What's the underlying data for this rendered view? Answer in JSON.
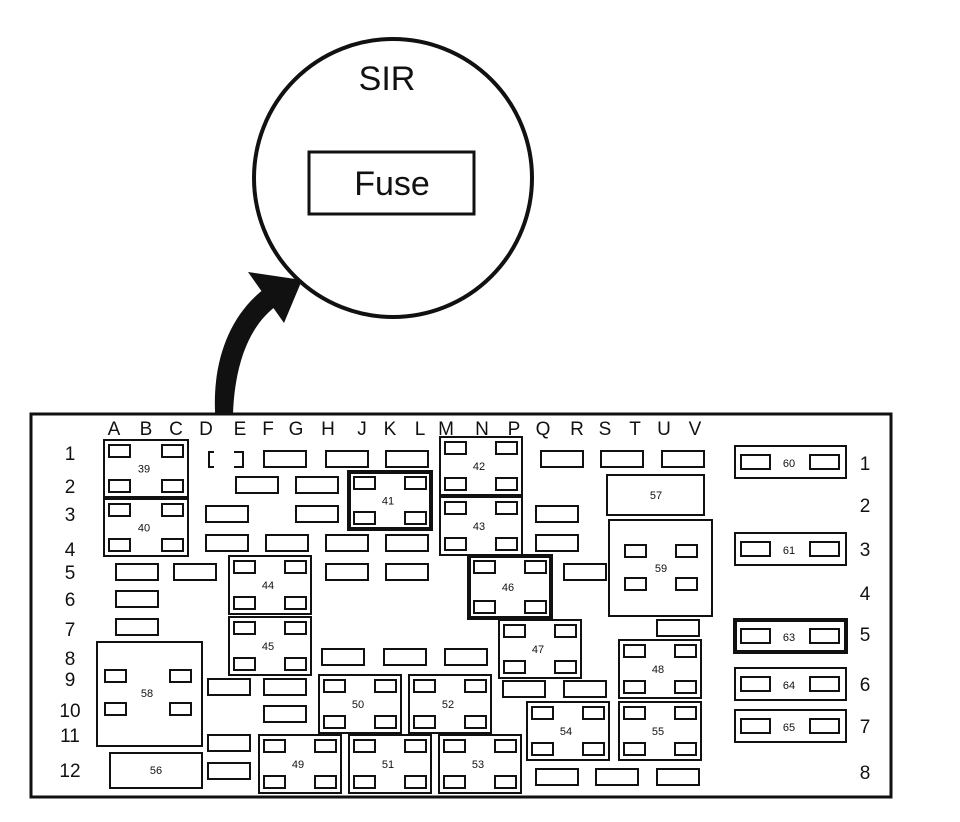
{
  "callout": {
    "title": "SIR",
    "fuse_label": "Fuse"
  },
  "columns": [
    "A",
    "B",
    "C",
    "D",
    "E",
    "F",
    "G",
    "H",
    "J",
    "K",
    "L",
    "M",
    "N",
    "P",
    "Q",
    "R",
    "S",
    "T",
    "U",
    "V"
  ],
  "rows_left": [
    "1",
    "2",
    "3",
    "4",
    "5",
    "6",
    "7",
    "8",
    "9",
    "10",
    "11",
    "12"
  ],
  "rows_right": [
    "1",
    "2",
    "3",
    "4",
    "5",
    "6",
    "7",
    "8"
  ],
  "relay_numbers": {
    "r39": "39",
    "r40": "40",
    "r41": "41",
    "r42": "42",
    "r43": "43",
    "r44": "44",
    "r45": "45",
    "r46": "46",
    "r47": "47",
    "r48": "48",
    "r49": "49",
    "r50": "50",
    "r51": "51",
    "r52": "52",
    "r53": "53",
    "r54": "54",
    "r55": "55",
    "r56": "56",
    "r57": "57",
    "r58": "58",
    "r59": "59",
    "r60": "60",
    "r61": "61",
    "r63": "63",
    "r64": "64",
    "r65": "65"
  }
}
